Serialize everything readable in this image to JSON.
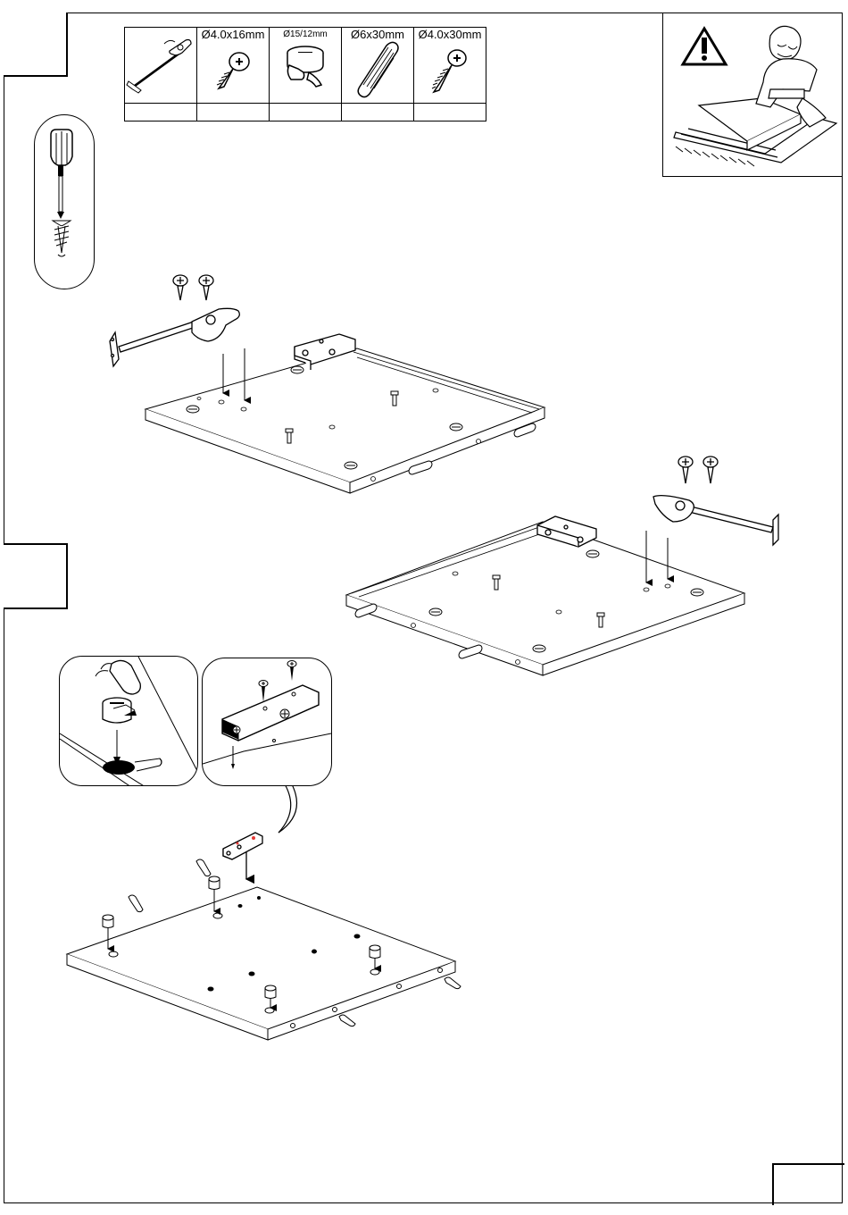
{
  "parts": [
    {
      "id": "stay-hinge",
      "label": "",
      "qty": "",
      "icon": "lid-stay-icon"
    },
    {
      "id": "screw-16",
      "label": "Ø4.0x16mm",
      "qty": "",
      "icon": "screw-icon"
    },
    {
      "id": "cam-lock",
      "label": "Ø15/12mm",
      "qty": "",
      "icon": "cam-lock-icon"
    },
    {
      "id": "dowel",
      "label": "Ø6x30mm",
      "qty": "",
      "icon": "wood-dowel-icon"
    },
    {
      "id": "screw-30",
      "label": "Ø4.0x30mm",
      "qty": "",
      "icon": "screw-icon"
    }
  ],
  "steps": [
    {
      "number": ""
    },
    {
      "number": ""
    }
  ],
  "page_number": "",
  "warning": {
    "icon": "warning-triangle-icon",
    "picture": "work-on-soft-surface"
  },
  "tool": {
    "icon": "screwdriver-icon"
  }
}
